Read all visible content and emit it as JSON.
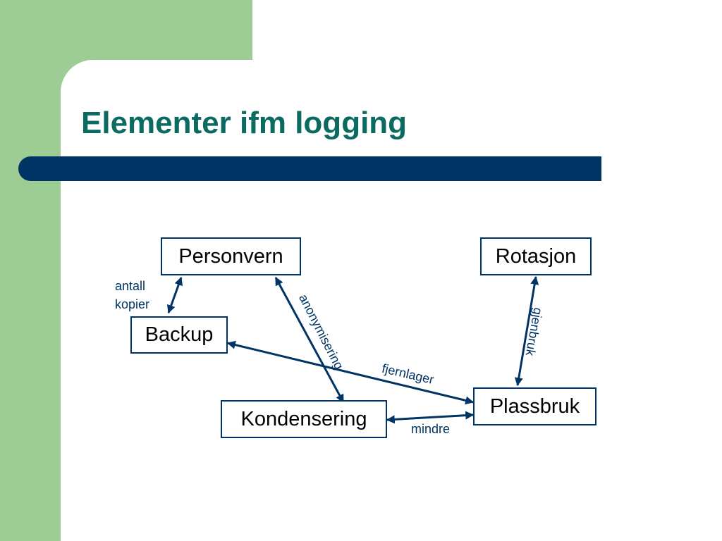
{
  "slide": {
    "title": "Elementer ifm logging"
  },
  "colors": {
    "accent_green": "#9dcd95",
    "title_color": "#0c6b61",
    "bar_navy": "#003464"
  },
  "diagram": {
    "nodes": {
      "personvern": "Personvern",
      "rotasjon": "Rotasjon",
      "backup": "Backup",
      "kondensering": "Kondensering",
      "plassbruk": "Plassbruk"
    },
    "edges": {
      "personvern_backup": {
        "label_line1": "antall",
        "label_line2": "kopier"
      },
      "personvern_kondensering": {
        "label": "anonymisering"
      },
      "backup_plassbruk": {
        "label": "fjernlager"
      },
      "rotasjon_plassbruk": {
        "label": "gjenbruk"
      },
      "kondensering_plassbruk": {
        "label": "mindre"
      }
    }
  }
}
